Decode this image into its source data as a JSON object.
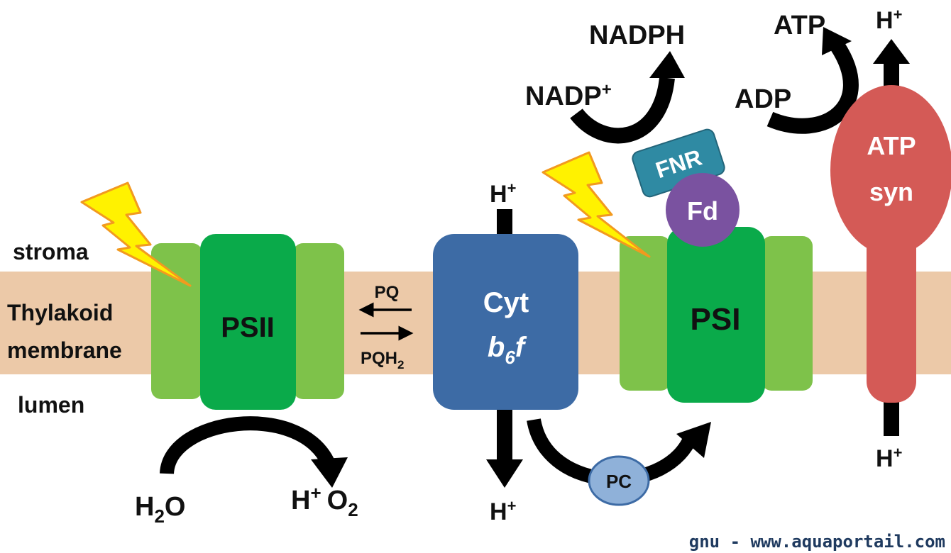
{
  "regions": {
    "stroma": "stroma",
    "membrane_line1": "Thylakoid",
    "membrane_line2": "membrane",
    "lumen": "lumen"
  },
  "complexes": {
    "psii": "PSII",
    "cyt_line1": "Cyt",
    "cyt_b": "b",
    "cyt_sub": "6",
    "cyt_f": "f",
    "psi": "PSI",
    "fnr": "FNR",
    "fd": "Fd",
    "pc": "PC",
    "atp_syn_line1": "ATP",
    "atp_syn_line2": "syn"
  },
  "pq": {
    "pq": "PQ",
    "pqh2_base": "PQH",
    "pqh2_sub": "2"
  },
  "reactions": {
    "water_h": "H",
    "water_sub": "2",
    "water_o": "O",
    "proton_h": "H",
    "proton_sup": "+",
    "o2_o": "O",
    "o2_sub": "2",
    "cyt_top_h": "H",
    "cyt_top_sup": "+",
    "cyt_bottom_h": "H",
    "cyt_bottom_sup": "+",
    "nadp_base": "NADP",
    "nadp_sup": "+",
    "nadph": "NADPH",
    "adp": "ADP",
    "atp": "ATP",
    "atps_top_h": "H",
    "atps_top_sup": "+",
    "atps_bottom_h": "H",
    "atps_bottom_sup": "+"
  },
  "watermark": "gnu - www.aquaportail.com",
  "colors": {
    "membrane": "#ecc9a8",
    "psii_core": "#0aaa4a",
    "side_subunit": "#7ec24a",
    "cyt": "#3d6ba5",
    "fnr": "#2f8aa3",
    "fd": "#7a52a0",
    "pc": "#8fb1d9",
    "atp_synthase": "#d45a56",
    "lightning": "#fff200",
    "lightning_stroke": "#f29a1f",
    "arrow": "#000000"
  }
}
